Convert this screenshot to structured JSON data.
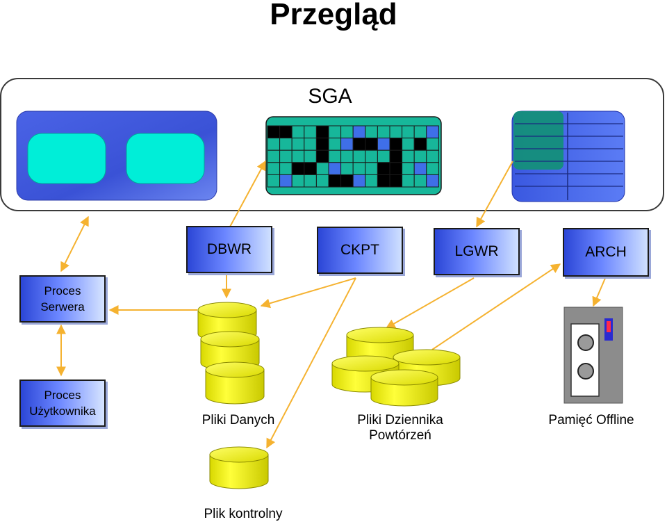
{
  "title": "Przegląd",
  "sga": {
    "label": "SGA"
  },
  "processes": {
    "dbwr": "DBWR",
    "ckpt": "CKPT",
    "lgwr": "LGWR",
    "arch": "ARCH",
    "server": [
      "Proces",
      "Serwera"
    ],
    "user": [
      "Proces",
      "Użytkownika"
    ]
  },
  "captions": {
    "data_files": "Pliki Danych",
    "redo_logs": [
      "Pliki Dziennika",
      "Powtórzeń"
    ],
    "offline": "Pamięć Offline",
    "control_file": "Plik kontrolny"
  },
  "colors": {
    "arrow": "#f5b230",
    "cylinder": "#f0f000",
    "cyan": "#00e6d2",
    "grid_fill": "#17b79a",
    "blue_cell": "#3f6fe8",
    "panel_blue": "#3f59e0"
  },
  "icons": {
    "tape_drive": "tape-drive-icon",
    "disk": "cylinder-disk-icon"
  }
}
